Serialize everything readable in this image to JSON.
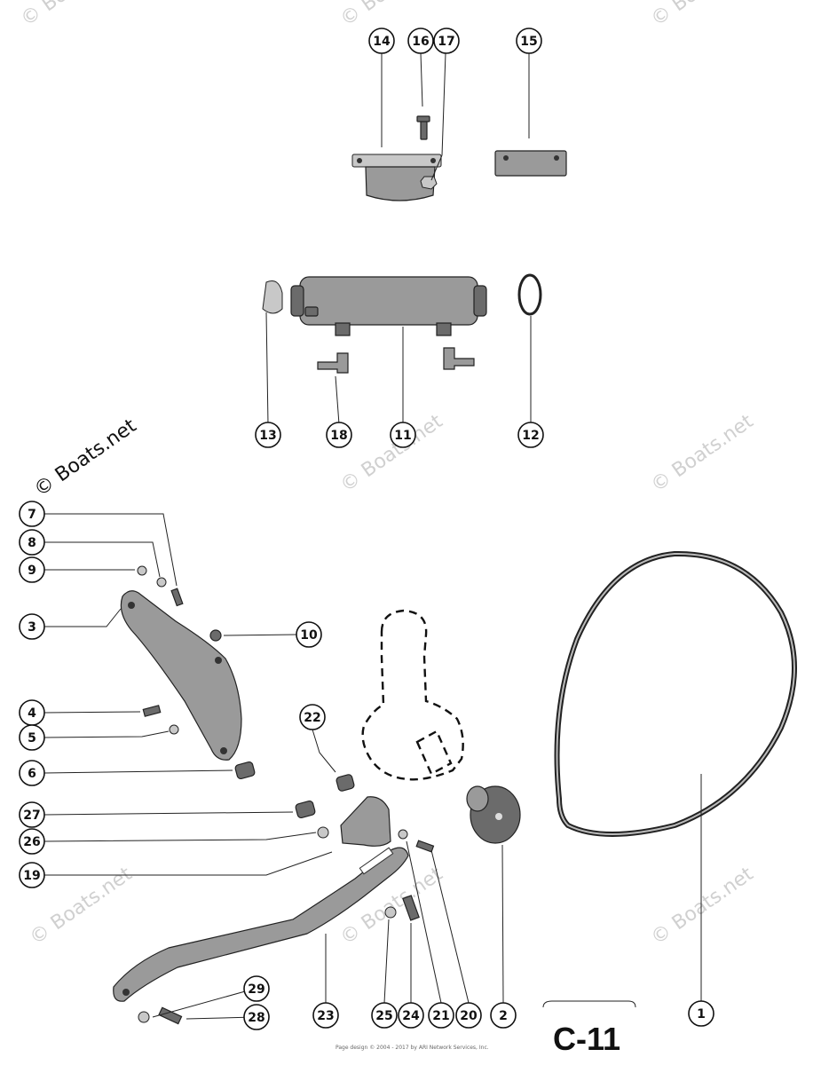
{
  "watermark_text": "© Boats.net",
  "watermark_faint": "© Boats.net",
  "page_code": "C-11",
  "copyright_line": "Page design © 2004 - 2017 by ARI Network Services, Inc.",
  "callouts": {
    "c1": "1",
    "c2": "2",
    "c3": "3",
    "c4": "4",
    "c5": "5",
    "c6": "6",
    "c7": "7",
    "c8": "8",
    "c9": "9",
    "c10": "10",
    "c11": "11",
    "c12": "12",
    "c13": "13",
    "c14": "14",
    "c15": "15",
    "c16": "16",
    "c17": "17",
    "c18": "18",
    "c19": "19",
    "c20": "20",
    "c21": "21",
    "c22": "22",
    "c23": "23",
    "c24": "24",
    "c25": "25",
    "c26": "26",
    "c27": "27",
    "c28": "28",
    "c29": "29"
  }
}
